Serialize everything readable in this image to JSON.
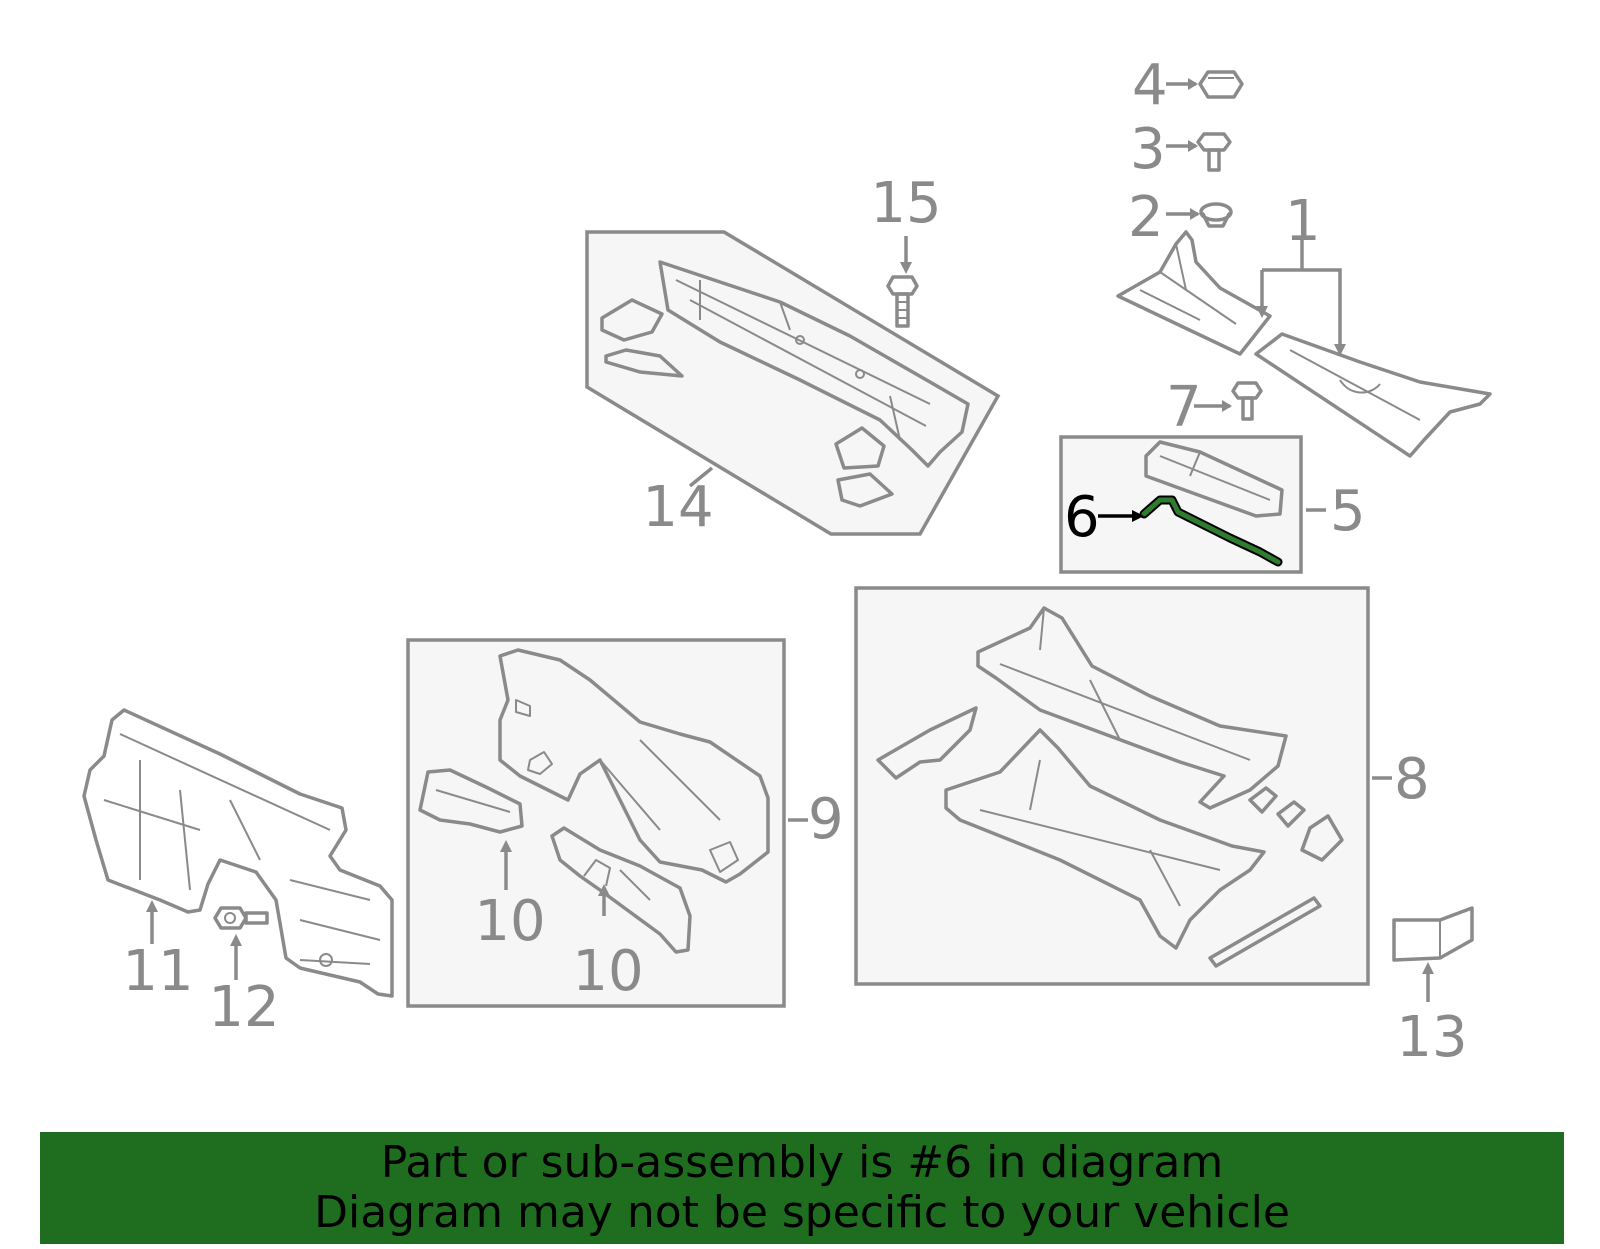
{
  "diagram": {
    "callouts": [
      {
        "id": "1",
        "text": "1"
      },
      {
        "id": "2",
        "text": "2"
      },
      {
        "id": "3",
        "text": "3"
      },
      {
        "id": "4",
        "text": "4"
      },
      {
        "id": "5",
        "text": "5"
      },
      {
        "id": "6",
        "text": "6",
        "highlighted": true
      },
      {
        "id": "7",
        "text": "7"
      },
      {
        "id": "8",
        "text": "8"
      },
      {
        "id": "9",
        "text": "9"
      },
      {
        "id": "10a",
        "text": "10"
      },
      {
        "id": "10b",
        "text": "10"
      },
      {
        "id": "11",
        "text": "11"
      },
      {
        "id": "12",
        "text": "12"
      },
      {
        "id": "13",
        "text": "13"
      },
      {
        "id": "14",
        "text": "14"
      },
      {
        "id": "15",
        "text": "15"
      }
    ],
    "colors": {
      "line": "#8a8a8a",
      "highlight_part": "#1f6e1f",
      "box_fill": "#f6f6f6",
      "banner": "#1f6e1f"
    }
  },
  "banner": {
    "line1": "Part or sub-assembly is #6 in diagram",
    "line2": "Diagram may not be specific to your vehicle"
  }
}
